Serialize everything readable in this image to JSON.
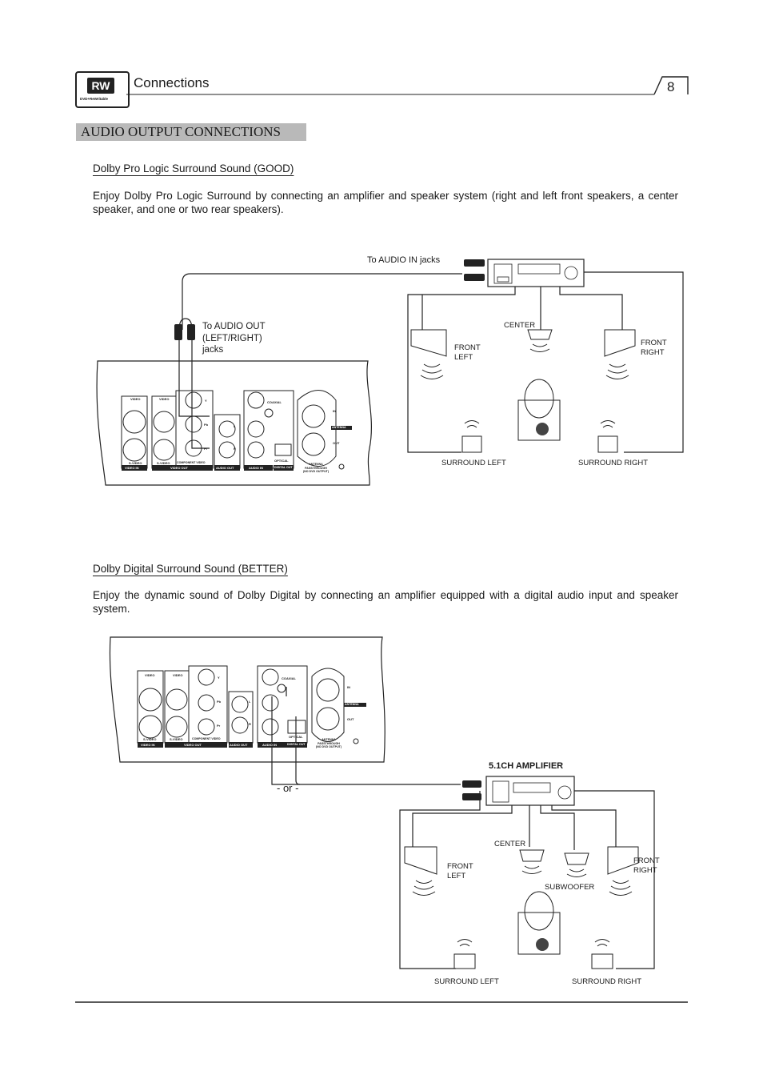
{
  "header": {
    "logo_text": "RW",
    "logo_subtext": "DVD+ReWritable",
    "title": "Connections",
    "page_number": "8"
  },
  "section_title": "AUDIO OUTPUT CONNECTIONS",
  "pro_logic": {
    "heading": "Dolby Pro Logic Surround Sound (GOOD)",
    "body": "Enjoy Dolby Pro Logic Surround by connecting an amplifier and speaker system (right and left front speakers, a center speaker, and one or two rear speakers).",
    "label_audio_in": "To AUDIO IN jacks",
    "label_audio_out": "To AUDIO OUT (LEFT/RIGHT) jacks",
    "speakers": {
      "center": "CENTER",
      "front_left": "FRONT LEFT",
      "front_right": "FRONT RIGHT",
      "surround_left": "SURROUND LEFT",
      "surround_right": "SURROUND RIGHT"
    }
  },
  "digital": {
    "heading": "Dolby Digital Surround Sound (BETTER)",
    "body": "Enjoy the dynamic sound of Dolby Digital by connecting an amplifier equipped with a digital audio input and speaker system.",
    "amp_label": "5.1CH AMPLIFIER",
    "or_label": "- or -",
    "speakers": {
      "center": "CENTER",
      "front_left": "FRONT LEFT",
      "front_right": "FRONT RIGHT",
      "subwoofer": "SUBWOOFER",
      "surround_left": "SURROUND LEFT",
      "surround_right": "SURROUND RIGHT"
    }
  },
  "panel_labels": {
    "video": "VIDEO",
    "svideo": "S-VIDEO",
    "video_in": "VIDEO IN",
    "video_out": "VIDEO OUT",
    "component_video": "COMPONENT VIDEO",
    "y": "Y",
    "pb": "Pb",
    "pr": "Pr",
    "l": "L",
    "r": "R",
    "audio_out": "AUDIO OUT",
    "audio_in": "AUDIO IN",
    "coaxial": "COAXIAL",
    "optical": "OPTICAL",
    "digital_out": "DIGITAL OUT",
    "antenna": "ANTENNA",
    "in": "IN",
    "out": "OUT",
    "antenna_note_1": "ANTENNA",
    "antenna_note_2": "PASSTHROUGH",
    "antenna_note_3": "(NO DVD OUTPUT)"
  }
}
